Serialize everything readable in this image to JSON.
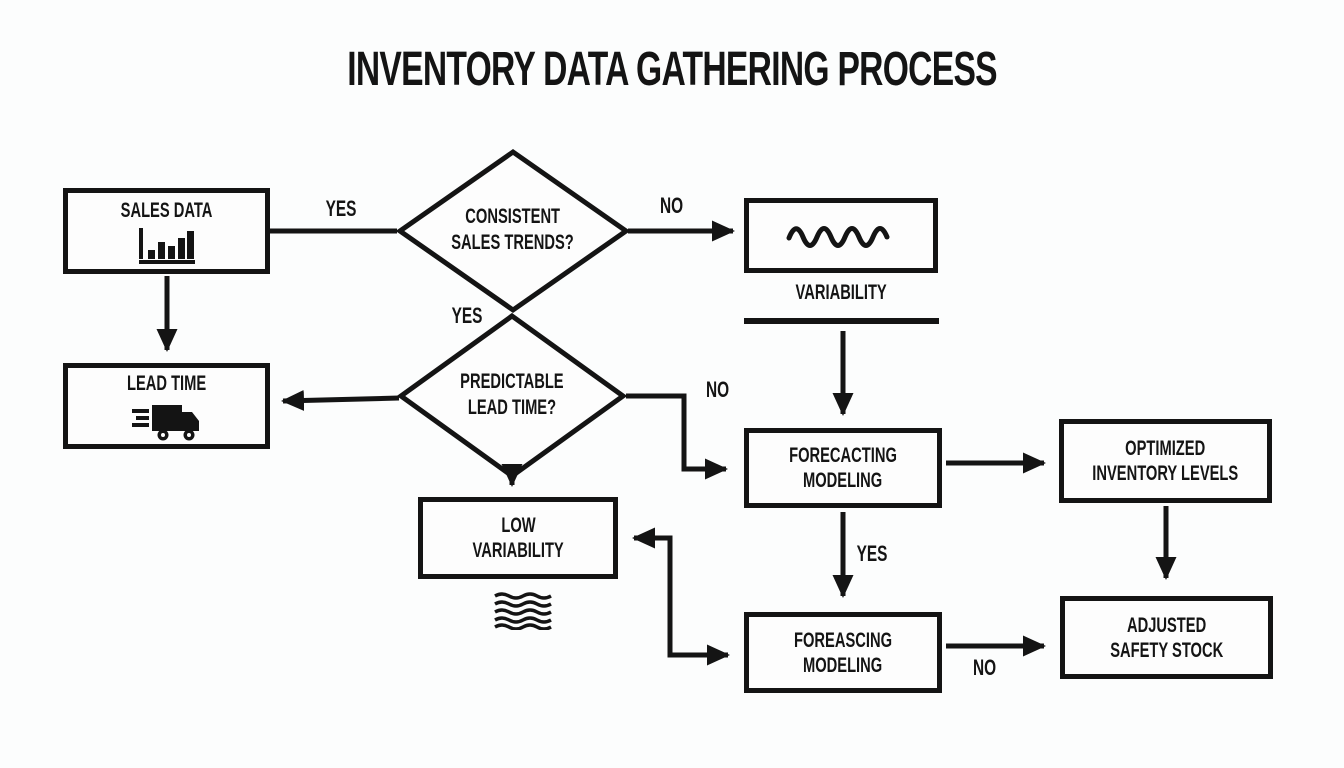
{
  "title": "INVENTORY DATA GATHERING PROCESS",
  "colors": {
    "ink": "#141414",
    "background": "#fcfdfd"
  },
  "diagram_type": "flowchart",
  "nodes": {
    "sales_data": {
      "label": "SALES DATA",
      "icon": "bar-chart-icon",
      "shape": "rectangle"
    },
    "consistent_sales_trends": {
      "line1": "CONSISTENT",
      "line2": "SALES TRENDS?",
      "shape": "diamond"
    },
    "variability": {
      "label": "VARIABILITY",
      "icon": "wave-icon",
      "shape": "rectangle"
    },
    "lead_time": {
      "label": "LEAD TIME",
      "icon": "truck-icon",
      "shape": "rectangle"
    },
    "predictable_lead_time": {
      "line1": "PREDICTABLE",
      "line2": "LEAD TIME?",
      "shape": "diamond"
    },
    "forecasting_modeling": {
      "line1": "FORECACTING",
      "line2": "MODELING",
      "shape": "rectangle"
    },
    "optimized_inventory_levels": {
      "line1": "OPTIMIZED",
      "line2": "INVENTORY LEVELS",
      "shape": "rectangle"
    },
    "low_variability": {
      "line1": "LOW",
      "line2": "VARIABILITY",
      "icon": "waves-icon",
      "shape": "rectangle"
    },
    "foreascing_modeling": {
      "line1": "FOREASCING",
      "line2": "MODELING",
      "shape": "rectangle"
    },
    "adjusted_safety_stock": {
      "line1": "ADJUSTED",
      "line2": "SAFETY STOCK",
      "shape": "rectangle"
    }
  },
  "edge_labels": {
    "sales_to_trends": "YES",
    "trends_no": "NO",
    "trends_yes": "YES",
    "lead_time_no": "NO",
    "forecast_yes": "YES",
    "foreascing_no": "NO"
  }
}
